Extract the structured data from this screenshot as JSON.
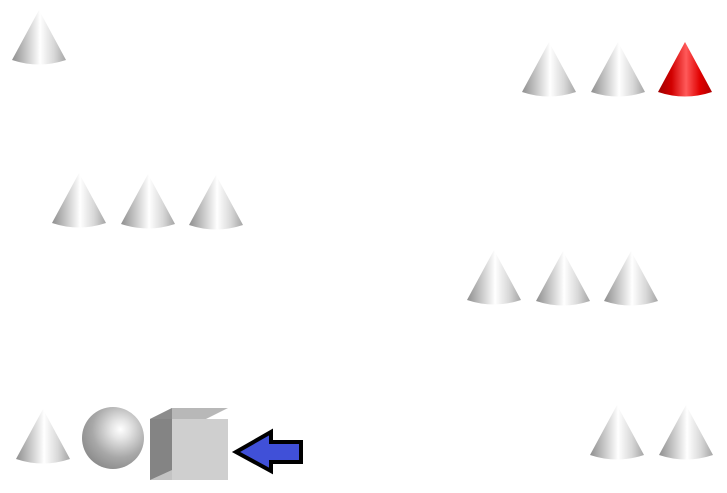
{
  "scene": {
    "background": "#ffffff",
    "colors": {
      "cone_gray": "#d9d9d9",
      "cone_red": "#e00000",
      "arrow_fill": "#4050d8",
      "arrow_stroke": "#000000",
      "cube_top": "#b8b8b8",
      "cube_front": "#cfcfcf",
      "cube_side": "#8c8c8c"
    },
    "groups": [
      {
        "name": "cone-group-top-left",
        "shapes": [
          "cone"
        ]
      },
      {
        "name": "cone-group-top-right",
        "shapes": [
          "cone",
          "cone",
          "red-cone"
        ]
      },
      {
        "name": "cone-group-middle-left",
        "shapes": [
          "cone",
          "cone",
          "cone"
        ]
      },
      {
        "name": "cone-group-middle-right",
        "shapes": [
          "cone",
          "cone",
          "cone"
        ]
      },
      {
        "name": "shape-group-bottom-left",
        "shapes": [
          "cone",
          "sphere",
          "cube"
        ],
        "pointer": "blue-arrow"
      },
      {
        "name": "cone-group-bottom-right",
        "shapes": [
          "cone",
          "cone"
        ]
      }
    ]
  }
}
